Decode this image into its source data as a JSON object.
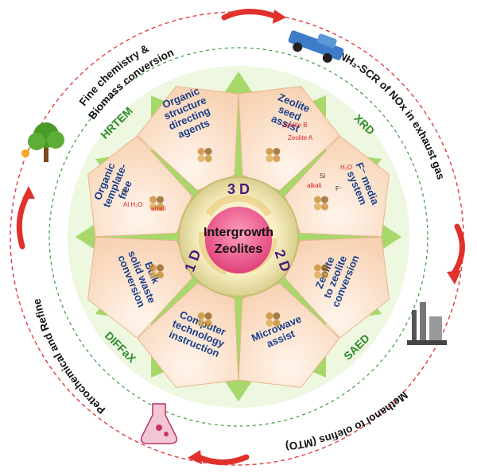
{
  "center": {
    "line1": "Intergrowth",
    "line2": "Zeolites"
  },
  "dimensions": [
    "3 D",
    "2 D",
    "1 D"
  ],
  "petals": [
    {
      "lines": [
        "Organic",
        "structure",
        "directing",
        "agents"
      ]
    },
    {
      "lines": [
        "Zeolite",
        "seed",
        "assist"
      ]
    },
    {
      "lines": [
        "F⁻ media",
        "system"
      ]
    },
    {
      "lines": [
        "Zeolite",
        "to zeolite",
        "conversion"
      ]
    },
    {
      "lines": [
        "Microwave",
        "assist"
      ]
    },
    {
      "lines": [
        "Computer",
        "technology",
        "instruction"
      ]
    },
    {
      "lines": [
        "Bulk",
        "solid waste",
        "conversion"
      ]
    },
    {
      "lines": [
        "Organic",
        "template-",
        "free"
      ]
    }
  ],
  "techniques": [
    "HRTEM",
    "XRD",
    "SAED",
    "DIFFaX"
  ],
  "applications": [
    "Fine chemistry &",
    "Biomass conversion",
    "NH₃-SCR of NOx in exhaust gas",
    "Methanol to olefins (MTO)",
    "Petrochemical and Refine"
  ],
  "inline_labels": {
    "zeolite_b": "Zeolite B",
    "zeolite_a": "Zeolite A",
    "h2o_top": "H₂O",
    "si": "Si",
    "f": "F⁻",
    "alkali_f": "alkali",
    "al_h2o": "Al H₂O",
    "si2": "Si",
    "alkali_o": "alkali"
  },
  "colors": {
    "outer_ring": "#e23b3b",
    "green_ring": "#8cc63f",
    "petal_fill": "#fde6d2",
    "petal_text": "#1a3f8a",
    "tech_text": "#2e8b2e",
    "center_pink": "#e85a8a",
    "arrow_red": "#e0312d"
  }
}
